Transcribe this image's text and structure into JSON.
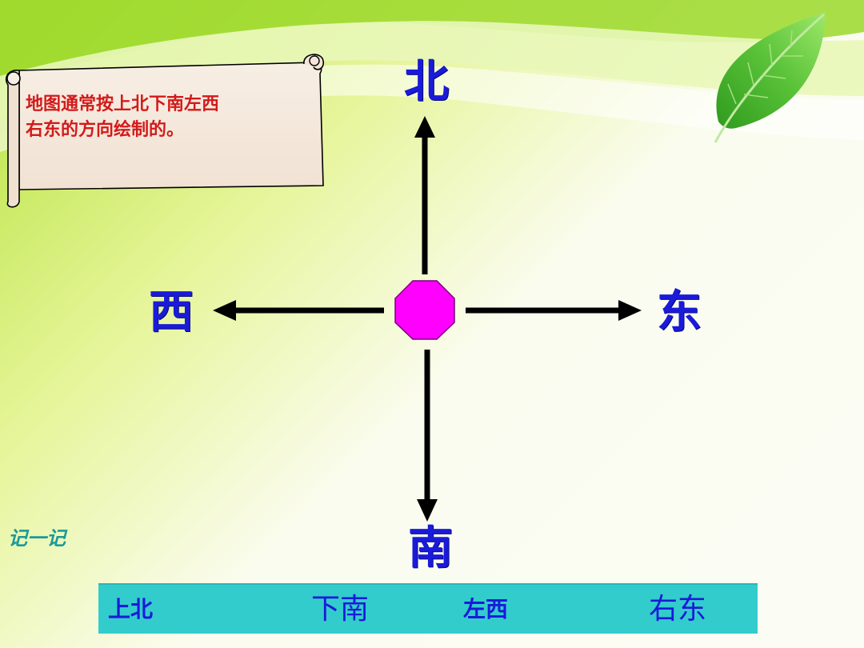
{
  "note": {
    "text_line1": "地图通常按上北下南左西",
    "text_line2": "右东的方向绘制的。"
  },
  "compass": {
    "north": "北",
    "south": "南",
    "west": "西",
    "east": "东",
    "center_color": "#ff00ff"
  },
  "remember_label": "记一记",
  "summary_bar": {
    "item1": "上北",
    "item2": "下南",
    "item3": "左西",
    "item4": "右东",
    "background": "#33cccc"
  },
  "icons": [
    "leaf-icon",
    "scroll-icon"
  ]
}
